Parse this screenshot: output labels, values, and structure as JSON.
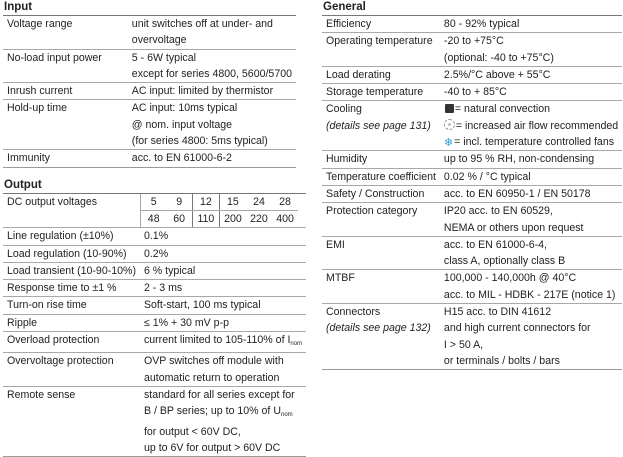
{
  "input": {
    "heading": "Input",
    "rows": [
      {
        "label": "Voltage range",
        "lines": [
          {
            "text": "unit switches off at under- and"
          },
          {
            "text": "overvoltage"
          }
        ]
      },
      {
        "label": "No-load input power",
        "lines": [
          {
            "text": "5 - 6W typical"
          },
          {
            "text": "except for series 4800, 5600/5700"
          }
        ]
      },
      {
        "label": "Inrush current",
        "lines": [
          {
            "text": "AC input: limited by thermistor"
          }
        ]
      },
      {
        "label": "Hold-up time",
        "lines": [
          {
            "text": "AC input: 10ms typical"
          },
          {
            "text": "@ nom. input voltage"
          },
          {
            "text": "(for series 4800: 5ms typical)"
          }
        ]
      },
      {
        "label": "Immunity",
        "lines": [
          {
            "text": "acc. to EN 61000-6-2"
          }
        ]
      }
    ]
  },
  "output": {
    "heading": "Output",
    "dc_voltages": {
      "label": "DC output voltages",
      "row1": [
        "5",
        "9",
        "12",
        "15",
        "24",
        "28"
      ],
      "row2": [
        "48",
        "60",
        "110",
        "200",
        "220",
        "400"
      ]
    },
    "rows": [
      {
        "label": "Line regulation (±10%)",
        "lines": [
          {
            "text": "0.1%"
          }
        ]
      },
      {
        "label": "Load regulation (10-90%)",
        "lines": [
          {
            "text": "0.2%"
          }
        ]
      },
      {
        "label": "Load transient (10-90-10%)",
        "lines": [
          {
            "text": "6 % typical"
          }
        ]
      },
      {
        "label": "Response time to ±1 %",
        "lines": [
          {
            "text": "2 - 3 ms"
          }
        ]
      },
      {
        "label": "Turn-on rise time",
        "lines": [
          {
            "text": "Soft-start, 100 ms typical"
          }
        ]
      },
      {
        "label": "Ripple",
        "lines": [
          {
            "text": "≤ 1% + 30 mV p-p"
          }
        ]
      },
      {
        "label": "Overload protection",
        "lines": [
          {
            "text": "current limited to 105-110% of I",
            "sub": "nom"
          }
        ]
      },
      {
        "label": "Overvoltage protection",
        "lines": [
          {
            "text": "OVP switches off module with"
          },
          {
            "text": "automatic return to operation"
          }
        ]
      },
      {
        "label": "Remote sense",
        "lines": [
          {
            "text": "standard for all series except for"
          },
          {
            "text": "B / BP series; up to 10% of U",
            "sub": "nom"
          },
          {
            "text": "for output < 60V DC,"
          },
          {
            "text": "up to 6V for output > 60V DC"
          }
        ]
      }
    ]
  },
  "general": {
    "heading": "General",
    "rows": [
      {
        "label": "Efficiency",
        "lines": [
          {
            "text": "80 - 92% typical"
          }
        ]
      },
      {
        "label": "Operating temperature",
        "lines": [
          {
            "text": "-20 to +75°C"
          },
          {
            "text": "(optional: -40 to +75°C)"
          }
        ]
      },
      {
        "label": "Load derating",
        "lines": [
          {
            "text": "2.5%/°C above + 55°C"
          }
        ]
      },
      {
        "label": "Storage temperature",
        "lines": [
          {
            "text": "-40 to + 85°C"
          }
        ]
      },
      {
        "label": "Cooling",
        "note": "(details see page 131)",
        "lines": [
          {
            "icon": "natural-convection-icon",
            "text": "= natural convection"
          },
          {
            "icon": "air-flow-icon",
            "text": "= increased air flow recommended"
          },
          {
            "icon": "fan-icon",
            "text": "= incl. temperature controlled fans"
          }
        ]
      },
      {
        "label": "Humidity",
        "lines": [
          {
            "text": "up to 95 % RH, non-condensing"
          }
        ]
      },
      {
        "label": "Temperature coefficient",
        "lines": [
          {
            "text": "0.02 % / °C typical"
          }
        ]
      },
      {
        "label": "Safety / Construction",
        "lines": [
          {
            "text": "acc. to EN 60950-1 / EN 50178"
          }
        ]
      },
      {
        "label": "Protection category",
        "lines": [
          {
            "text": "IP20 acc. to EN 60529,"
          },
          {
            "text": "NEMA or others upon request"
          }
        ]
      },
      {
        "label": "EMI",
        "lines": [
          {
            "text": "acc. to EN 61000-6-4,"
          },
          {
            "text": "class A, optionally class B"
          }
        ]
      },
      {
        "label": "MTBF",
        "lines": [
          {
            "text": "100,000 - 140,000h @ 40°C"
          },
          {
            "text": "acc. to MIL - HDBK - 217E (notice 1)"
          }
        ]
      },
      {
        "label": "Connectors",
        "note": "(details see page 132)",
        "lines": [
          {
            "text": "H15 acc. to DIN 41612"
          },
          {
            "text": "and high current connectors for"
          },
          {
            "text": "I > 50 A,"
          },
          {
            "text": "or terminals / bolts / bars"
          }
        ]
      }
    ]
  }
}
